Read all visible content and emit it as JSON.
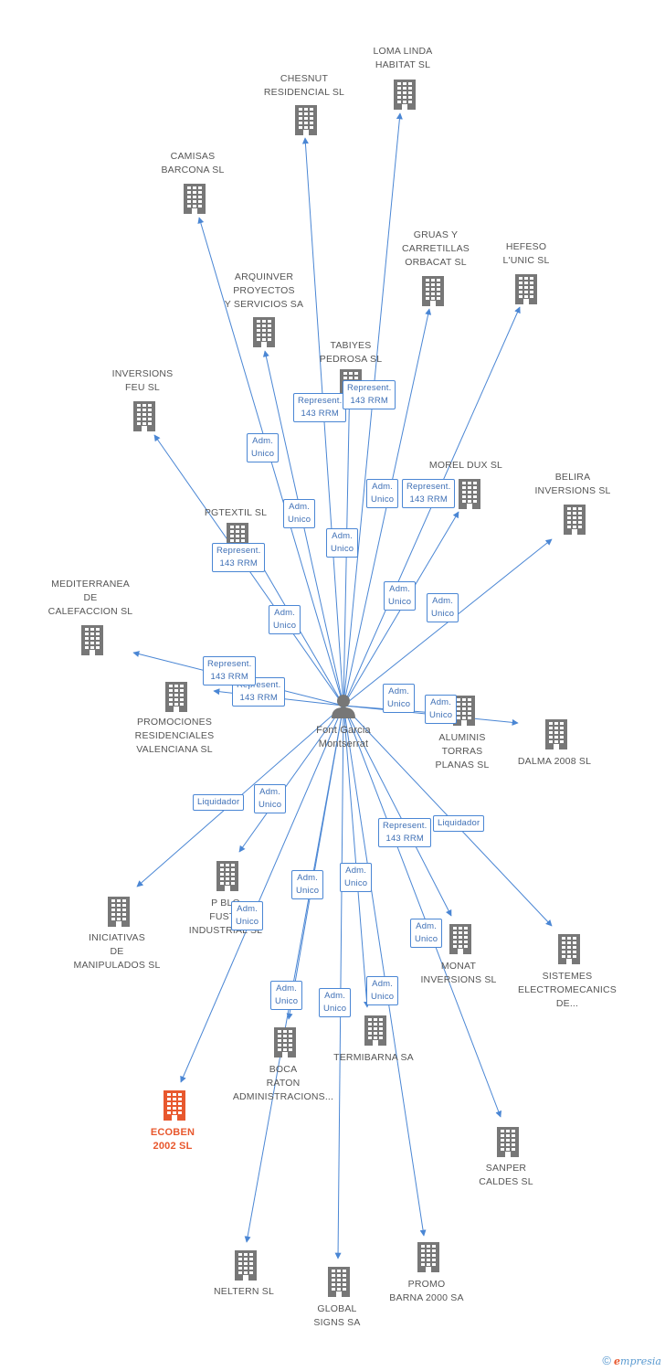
{
  "center": {
    "name_lines": [
      "Font Garcia",
      "Montserrat"
    ],
    "icon": "person-icon"
  },
  "colors": {
    "edge": "#4a86d4",
    "company": "#777777",
    "highlight": "#e8582e",
    "person": "#777777",
    "badge_text": "#3e6fb5"
  },
  "companies": [
    {
      "id": "loma-linda",
      "lines": [
        "LOMA LINDA",
        "HABITAT SL"
      ]
    },
    {
      "id": "chesnut",
      "lines": [
        "CHESNUT",
        "RESIDENCIAL SL"
      ]
    },
    {
      "id": "camisas",
      "lines": [
        "CAMISAS",
        "BARCONA SL"
      ]
    },
    {
      "id": "gruas",
      "lines": [
        "GRUAS Y",
        "CARRETILLAS",
        "ORBACAT SL"
      ]
    },
    {
      "id": "hefeso",
      "lines": [
        "HEFESO",
        "L'UNIC SL"
      ]
    },
    {
      "id": "arquinver",
      "lines": [
        "ARQUINVER",
        "PROYECTOS",
        "Y SERVICIOS SA"
      ]
    },
    {
      "id": "tabiyes",
      "lines": [
        "TABIYES",
        "PEDROSA SL"
      ]
    },
    {
      "id": "inversions-feu",
      "lines": [
        "INVERSIONS",
        "FEU SL"
      ]
    },
    {
      "id": "morel-dux",
      "lines": [
        "MOREL DUX SL"
      ]
    },
    {
      "id": "belira",
      "lines": [
        "BELIRA",
        "INVERSIONS SL"
      ]
    },
    {
      "id": "pgtextil",
      "lines": [
        "PGTEXTIL SL"
      ]
    },
    {
      "id": "mediterranea",
      "lines": [
        "MEDITERRANEA",
        "DE",
        "CALEFACCION SL"
      ]
    },
    {
      "id": "promociones",
      "lines": [
        "PROMOCIONES",
        "RESIDENCIALES",
        "VALENCIANA SL"
      ]
    },
    {
      "id": "aluminis",
      "lines": [
        "ALUMINIS",
        "TORRAS",
        "PLANAS SL"
      ]
    },
    {
      "id": "dalma",
      "lines": [
        "DALMA 2008 SL"
      ]
    },
    {
      "id": "iniciativas",
      "lines": [
        "INICIATIVAS",
        "DE",
        "MANIPULADOS SL"
      ]
    },
    {
      "id": "pblo",
      "lines": [
        "P BLO",
        "FUSTE",
        "INDUSTRIAL SL"
      ]
    },
    {
      "id": "monat",
      "lines": [
        "MONAT",
        "INVERSIONS SL"
      ]
    },
    {
      "id": "sistemes",
      "lines": [
        "SISTEMES",
        "ELECTROMECANICS",
        "DE..."
      ]
    },
    {
      "id": "boca-raton",
      "lines": [
        "BOCA",
        "RATON",
        "ADMINISTRACIONS..."
      ]
    },
    {
      "id": "termibarna",
      "lines": [
        "TERMIBARNA SA"
      ]
    },
    {
      "id": "ecoben",
      "lines": [
        "ECOBEN",
        "2002 SL"
      ],
      "highlight": true
    },
    {
      "id": "sanper",
      "lines": [
        "SANPER",
        "CALDES SL"
      ]
    },
    {
      "id": "neltern",
      "lines": [
        "NELTERN SL"
      ]
    },
    {
      "id": "global-signs",
      "lines": [
        "GLOBAL",
        "SIGNS SA"
      ]
    },
    {
      "id": "promo-barna",
      "lines": [
        "PROMO",
        "BARNA 2000 SA"
      ]
    }
  ],
  "badges": [
    {
      "text": "Represent.\n143 RRM"
    },
    {
      "text": "Represent.\n143 RRM"
    },
    {
      "text": "Adm.\nUnico"
    },
    {
      "text": "Adm.\nUnico"
    },
    {
      "text": "Adm.\nUnico"
    },
    {
      "text": "Represent.\n143 RRM"
    },
    {
      "text": "Represent.\n143 RRM"
    },
    {
      "text": "Adm.\nUnico"
    },
    {
      "text": "Adm.\nUnico"
    },
    {
      "text": "Adm.\nUnico"
    },
    {
      "text": "Represent.\n143 RRM"
    },
    {
      "text": "Adm.\nUnico"
    },
    {
      "text": "Represent.\n143 RRM"
    },
    {
      "text": "Adm.\nUnico"
    },
    {
      "text": "Adm.\nUnico"
    },
    {
      "text": "Liquidador"
    },
    {
      "text": "Adm.\nUnico"
    },
    {
      "text": "Represent.\n143 RRM"
    },
    {
      "text": "Liquidador"
    },
    {
      "text": "Adm.\nUnico"
    },
    {
      "text": "Adm.\nUnico"
    },
    {
      "text": "Adm.\nUnico"
    },
    {
      "text": "Adm.\nUnico"
    },
    {
      "text": "Adm.\nUnico"
    },
    {
      "text": "Adm.\nUnico"
    },
    {
      "text": "Adm.\nUnico"
    }
  ],
  "footer": {
    "copyright": "©",
    "brand_e": "e",
    "brand_rest": "mpresia"
  }
}
